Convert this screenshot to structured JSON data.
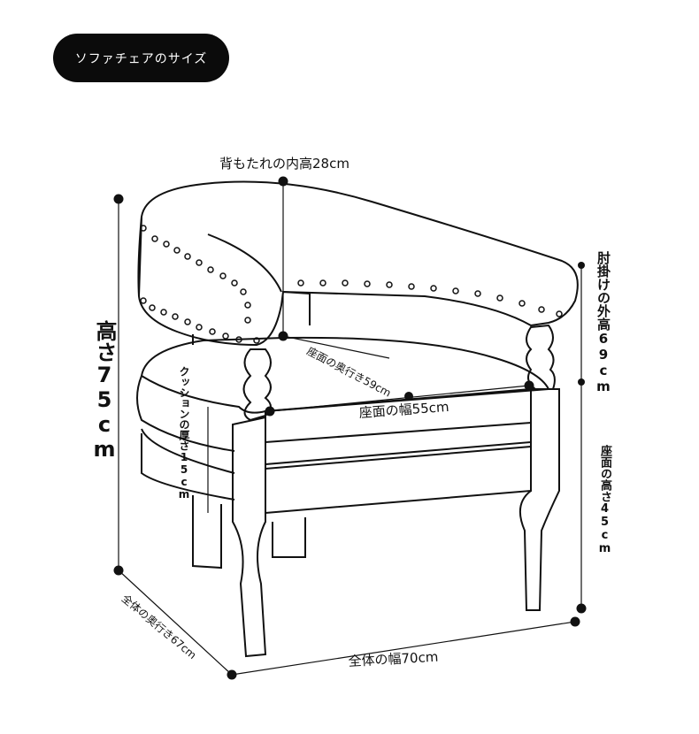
{
  "title_badge": "ソファチェアのサイズ",
  "dimensions": {
    "backrest_inner_height": "背もたれの内高28cm",
    "total_height": "高さ75cm",
    "cushion_thickness": "クッションの厚さ15cm",
    "seat_depth": "座面の奥行き59cm",
    "seat_width": "座面の幅55cm",
    "armrest_outer_height": "肘掛けの外高69cm",
    "seat_height": "座面の高さ45cm",
    "total_depth": "全体の奥行き67cm",
    "total_width": "全体の幅70cm"
  }
}
